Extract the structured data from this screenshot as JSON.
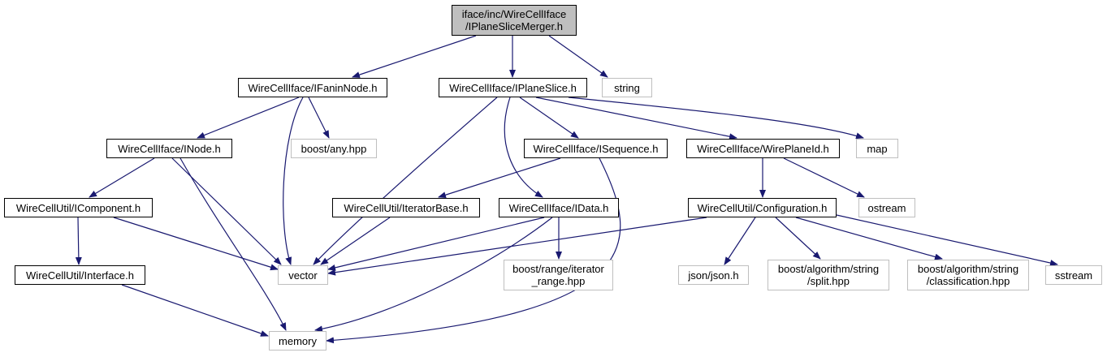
{
  "colors": {
    "edge": "#191970",
    "root_fill": "#bfbfbf",
    "border_internal": "#000000",
    "border_external": "#bfbfbf"
  },
  "nodes": {
    "root": "iface/inc/WireCellIface\n/IPlaneSliceMerger.h",
    "ifanin": "WireCellIface/IFaninNode.h",
    "iplaneslice": "WireCellIface/IPlaneSlice.h",
    "string": "string",
    "inode": "WireCellIface/INode.h",
    "boostany": "boost/any.hpp",
    "isequence": "WireCellIface/ISequence.h",
    "wireplaneid": "WireCellIface/WirePlaneId.h",
    "map": "map",
    "icomponent": "WireCellUtil/IComponent.h",
    "iteratorbase": "WireCellUtil/IteratorBase.h",
    "idata": "WireCellIface/IData.h",
    "configuration": "WireCellUtil/Configuration.h",
    "ostream": "ostream",
    "interface": "WireCellUtil/Interface.h",
    "vector": "vector",
    "iterrange": "boost/range/iterator\n_range.hpp",
    "json": "json/json.h",
    "split": "boost/algorithm/string\n/split.hpp",
    "classification": "boost/algorithm/string\n/classification.hpp",
    "sstream": "sstream",
    "memory": "memory"
  }
}
